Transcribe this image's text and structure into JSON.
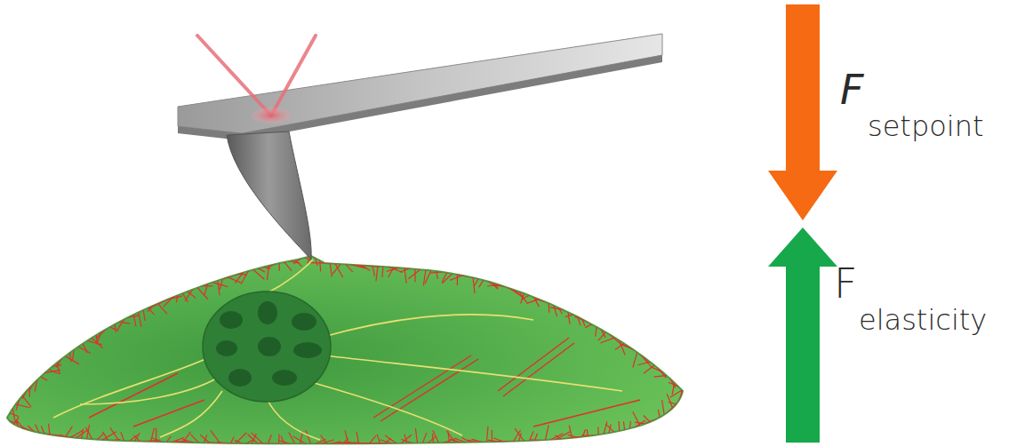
{
  "diagram": {
    "labels": [
      "F",
      "setpoint",
      "F",
      "elasticity"
    ]
  }
}
